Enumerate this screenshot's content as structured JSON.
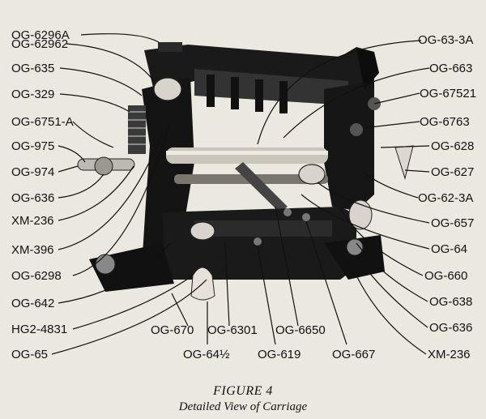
{
  "figure": {
    "title": "FIGURE 4",
    "subtitle": "Detailed View of Carriage"
  },
  "parts": [
    {
      "id": "og-6296a",
      "text": "OG-6296A"
    },
    {
      "id": "og-62962",
      "text": "OG-62962"
    },
    {
      "id": "og-635",
      "text": "OG-635"
    },
    {
      "id": "og-329",
      "text": "OG-329"
    },
    {
      "id": "og-6751-a",
      "text": "OG-6751-A"
    },
    {
      "id": "og-975",
      "text": "OG-975"
    },
    {
      "id": "og-974",
      "text": "OG-974"
    },
    {
      "id": "og-636-left",
      "text": "OG-636"
    },
    {
      "id": "xm-236-left",
      "text": "XM-236"
    },
    {
      "id": "xm-396",
      "text": "XM-396"
    },
    {
      "id": "og-6298",
      "text": "OG-6298"
    },
    {
      "id": "og-642",
      "text": "OG-642"
    },
    {
      "id": "hg2-4831",
      "text": "HG2-4831"
    },
    {
      "id": "og-65",
      "text": "OG-65"
    },
    {
      "id": "og-670",
      "text": "OG-670"
    },
    {
      "id": "og-6301",
      "text": "OG-6301"
    },
    {
      "id": "og-6650",
      "text": "OG-6650"
    },
    {
      "id": "og-64-half",
      "text": "OG-64½"
    },
    {
      "id": "og-619",
      "text": "OG-619"
    },
    {
      "id": "og-667",
      "text": "OG-667"
    },
    {
      "id": "og-63-3a",
      "text": "OG-63-3A"
    },
    {
      "id": "og-663",
      "text": "OG-663"
    },
    {
      "id": "og-67521",
      "text": "OG-67521"
    },
    {
      "id": "og-6763",
      "text": "OG-6763"
    },
    {
      "id": "og-628",
      "text": "OG-628"
    },
    {
      "id": "og-627",
      "text": "OG-627"
    },
    {
      "id": "og-62-3a",
      "text": "OG-62-3A"
    },
    {
      "id": "og-657",
      "text": "OG-657"
    },
    {
      "id": "og-64",
      "text": "OG-64"
    },
    {
      "id": "og-660",
      "text": "OG-660"
    },
    {
      "id": "og-638",
      "text": "OG-638"
    },
    {
      "id": "og-636-right",
      "text": "OG-636"
    },
    {
      "id": "xm-236-right",
      "text": "XM-236"
    }
  ]
}
